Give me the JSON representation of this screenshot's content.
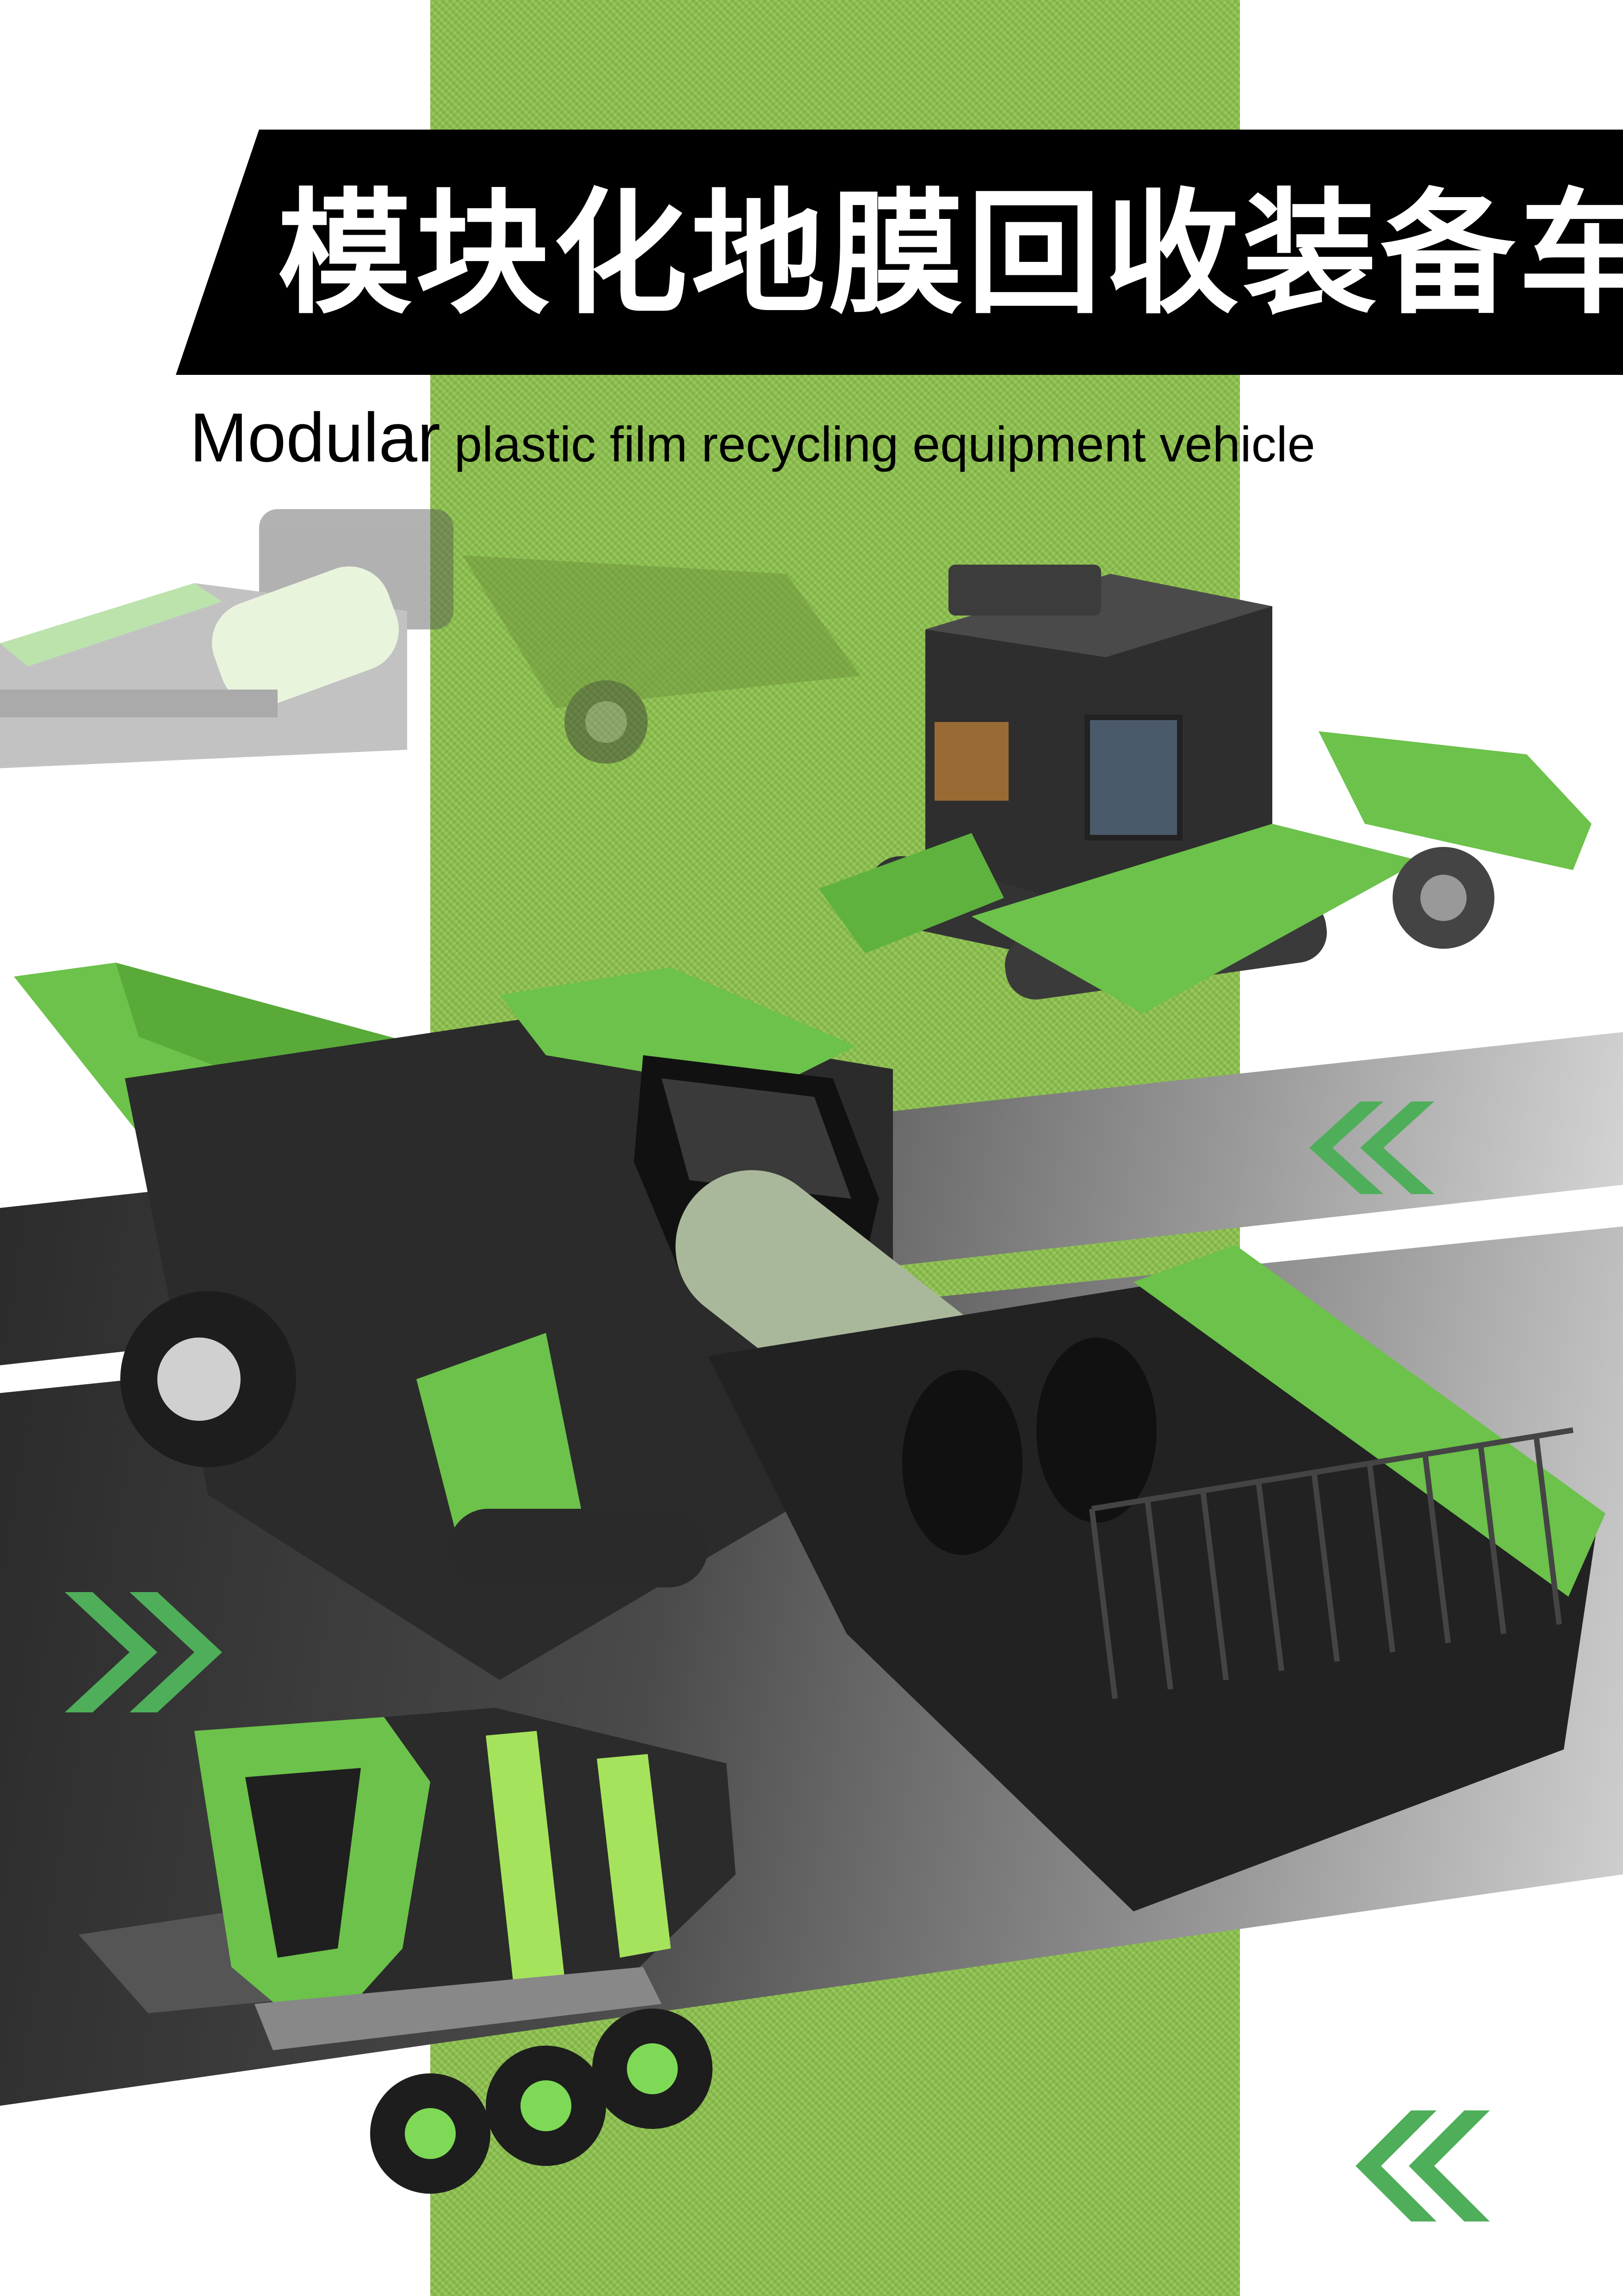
{
  "title": "模块化地膜回收装备车",
  "subtitle": {
    "lead_word": "Modular",
    "rest": " plastic film recycling equipment vehicle"
  },
  "colors": {
    "accent_green": "#7ed957",
    "column_green": "#8cc24b",
    "dark_body": "#2b2b2b",
    "banner": "#000000"
  },
  "illustrations": [
    "faded-harvester-concept",
    "tracked-module-vehicle",
    "main-film-recycling-harvester",
    "six-wheel-collection-cart"
  ],
  "chevron_icons": [
    "chevron-left-icon",
    "chevron-right-icon",
    "chevron-left-icon"
  ]
}
